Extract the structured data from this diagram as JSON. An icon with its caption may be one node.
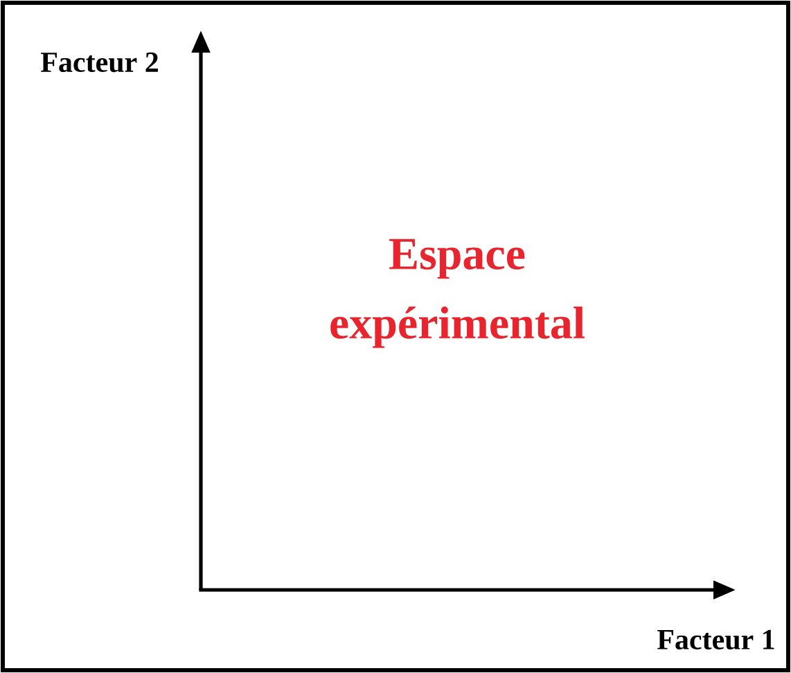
{
  "diagram": {
    "labels": [
      "Facteur 2",
      "Espace expérimental",
      "Facteur 1"
    ]
  }
}
